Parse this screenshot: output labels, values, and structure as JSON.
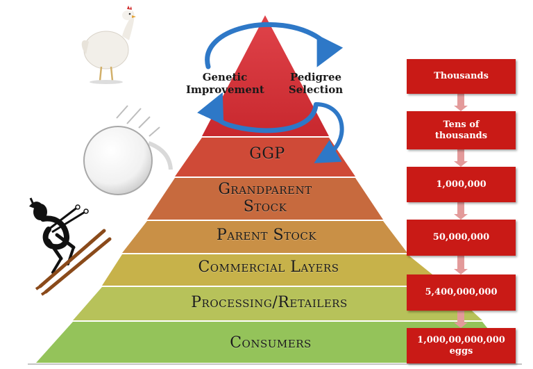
{
  "pyramid": {
    "tiers": [
      {
        "label": "GGP",
        "color": "#cf4a37"
      },
      {
        "label": "Grandparent Stock",
        "color": "#c76a3e"
      },
      {
        "label": "Parent Stock",
        "color": "#c99046"
      },
      {
        "label": "Commercial Layers",
        "color": "#c7b24a"
      },
      {
        "label": "Processing/Retailers",
        "color": "#b7c25a"
      },
      {
        "label": "Consumers",
        "color": "#94c35a"
      }
    ],
    "apex_color": "#d8333a",
    "cycle": {
      "left_label": "Genetic Improvement",
      "right_label": "Pedigree Selection",
      "arrow_color": "#2e78c7"
    }
  },
  "counts": {
    "box_color": "#c91a16",
    "connector_color": "#e39a9a",
    "items": [
      {
        "label": "Thousands"
      },
      {
        "label": "Tens of thousands"
      },
      {
        "label": "1,000,000"
      },
      {
        "label": "50,000,000"
      },
      {
        "label": "5,400,000,000"
      },
      {
        "label": "1,000,00,000,000 eggs"
      }
    ]
  },
  "illustrations": {
    "chicken": "chicken-icon",
    "snowball": "snowball-icon",
    "skier": "skier-icon"
  }
}
